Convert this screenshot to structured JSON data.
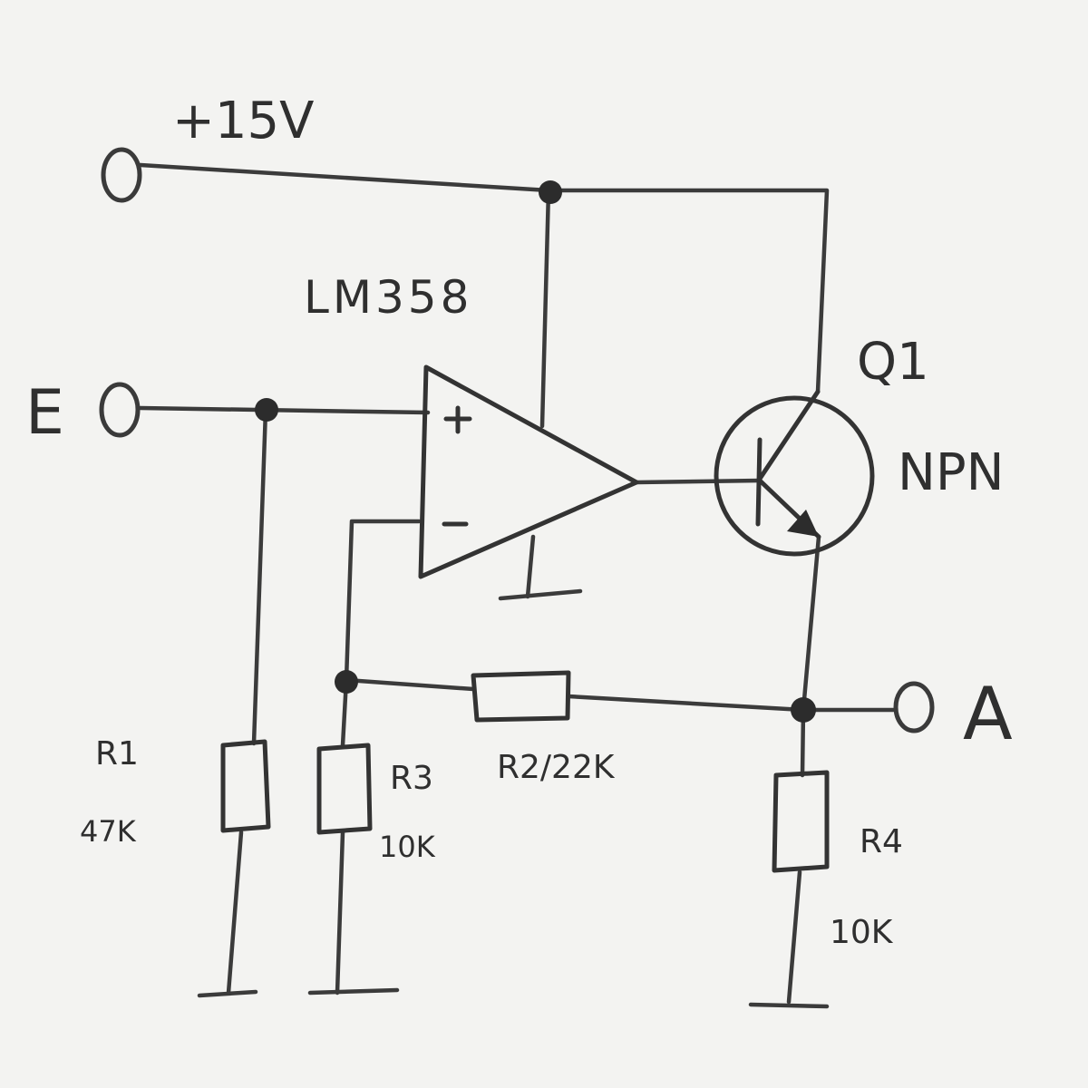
{
  "supply": {
    "label": "+15V"
  },
  "opamp": {
    "label": "LM358",
    "plus": "+",
    "minus": "-"
  },
  "transistor": {
    "name": "Q1",
    "type": "NPN"
  },
  "input": {
    "label": "E"
  },
  "output": {
    "label": "A"
  },
  "resistors": {
    "r1": {
      "name": "R1",
      "value": "47K"
    },
    "r2": {
      "label": "R2/22K"
    },
    "r3": {
      "name": "R3",
      "value": "10K"
    },
    "r4": {
      "name": "R4",
      "value": "10K"
    }
  },
  "colors": {
    "paper": "#f3f3f1",
    "pencil": "#333333"
  }
}
